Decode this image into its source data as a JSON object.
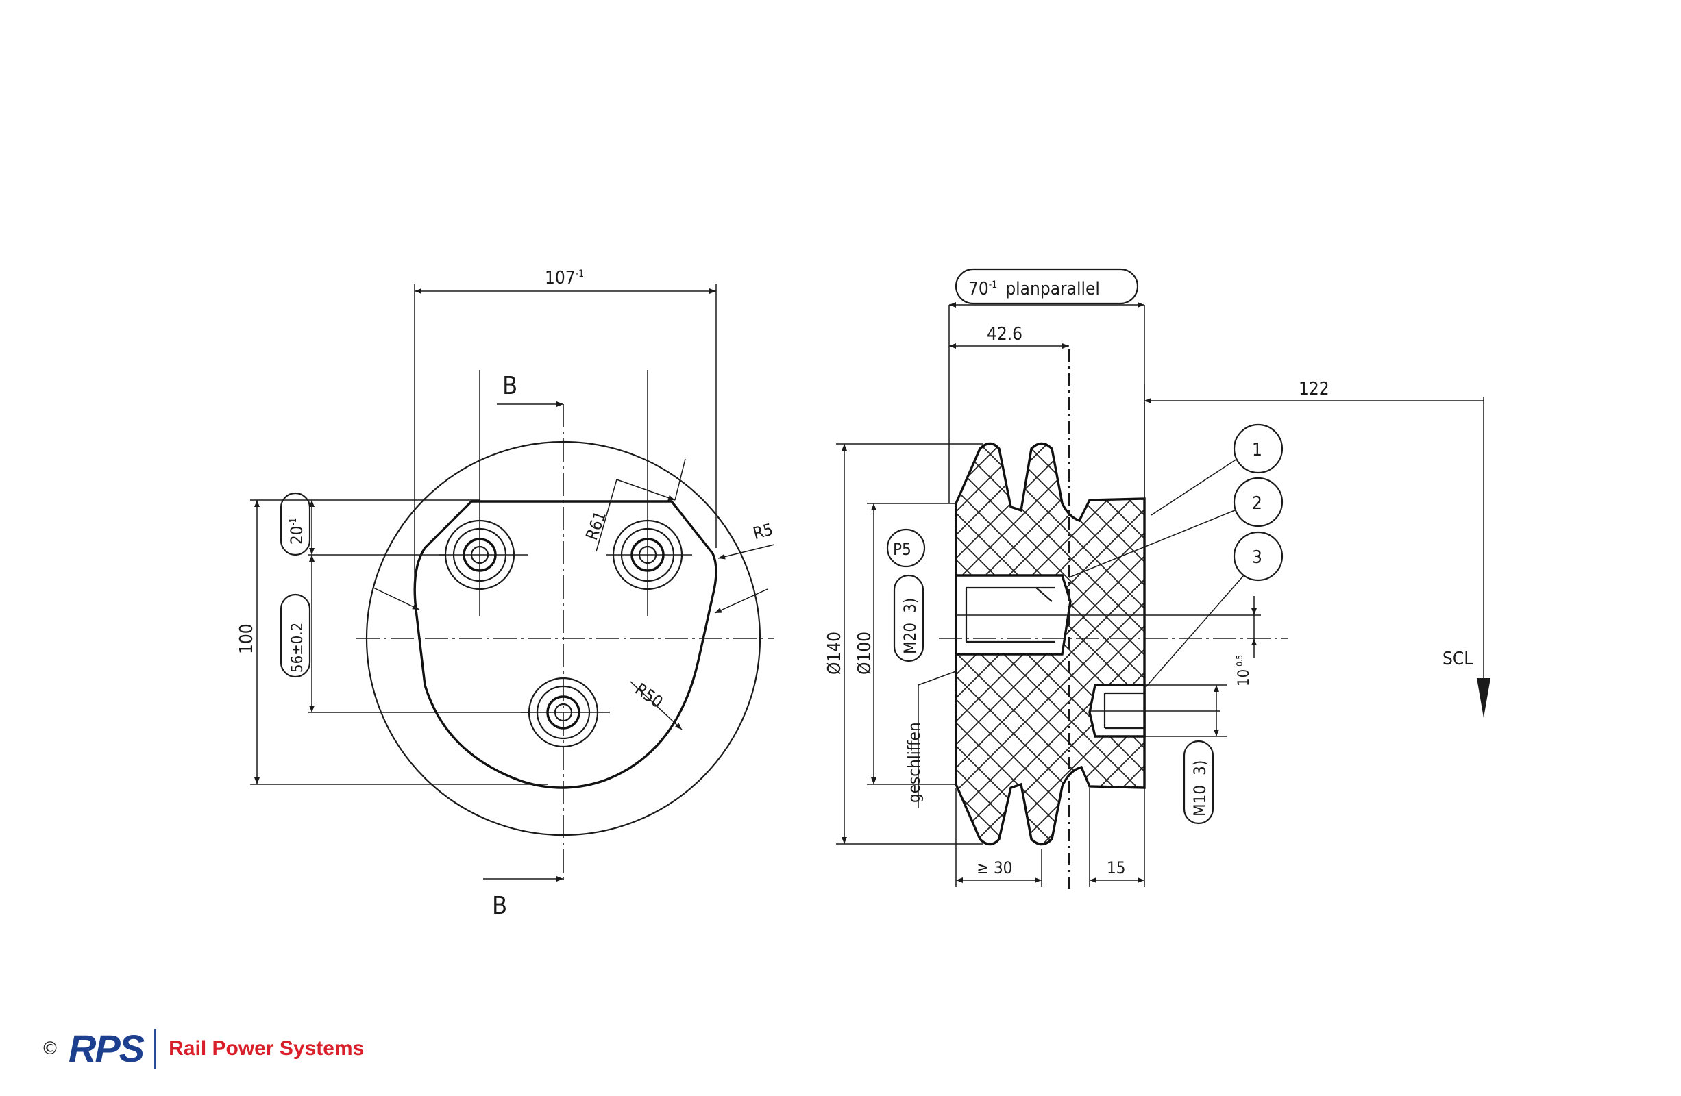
{
  "front_view": {
    "dim_width": "107",
    "dim_width_tol": "-1",
    "section_label_top": "B",
    "section_label_bottom": "B",
    "dim_r61": "R61",
    "dim_r5": "R5",
    "dim_r50": "R50",
    "dim_100": "100",
    "dim_20": "20",
    "dim_20_tol": "-1",
    "dim_56": "56±0.2"
  },
  "side_view": {
    "dim_70": "70",
    "dim_70_tol": "-1",
    "dim_70_note": "planparallel",
    "dim_42": "42.6",
    "dim_122": "122",
    "dim_d140": "Ø140",
    "dim_d100": "Ø100",
    "p5": "P5",
    "m20": "M20",
    "m20_note": "3)",
    "geschliffen": "geschliffen",
    "dim_10": "10",
    "dim_10_tol": "-0.5",
    "scl": "SCL",
    "m10": "M10",
    "m10_note": "3)",
    "dim_30": "≥ 30",
    "dim_15": "15",
    "callouts": [
      "1",
      "2",
      "3"
    ]
  },
  "footer": {
    "copyright": "©",
    "logo_text": "RPS",
    "company": "Rail Power Systems"
  },
  "colors": {
    "line": "#1a1a1a",
    "logo_blue": "#1c3f8f",
    "company_red": "#d9202a"
  }
}
